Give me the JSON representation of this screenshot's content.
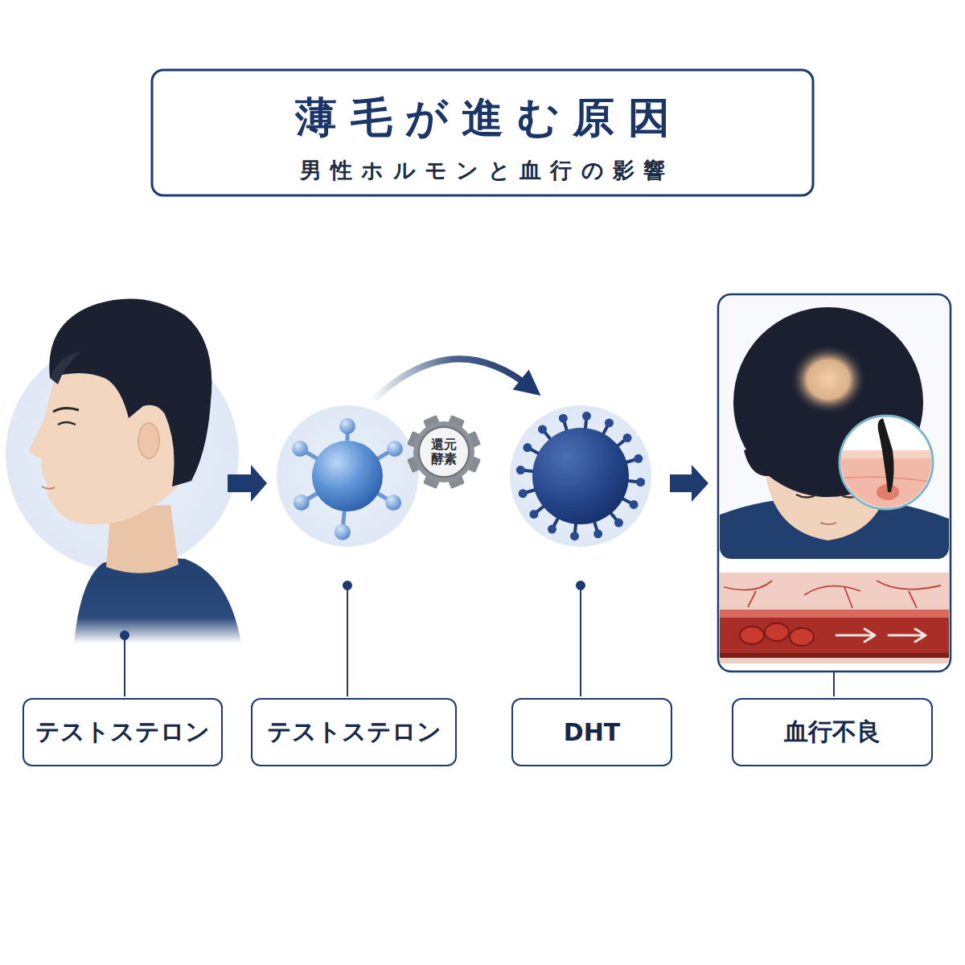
{
  "diagram": {
    "title": "薄毛が進む原因",
    "nodes": [
      {
        "text": [
          "還元 酵素"
        ]
      },
      {
        "text": [
          "テストステロン"
        ]
      },
      {
        "text": [
          "テストステロン"
        ]
      },
      {
        "text": [
          "DHT"
        ]
      },
      {
        "text": [
          "血行不良"
        ]
      }
    ],
    "labels": [
      "男性ホルモンと血行の影響"
    ]
  }
}
